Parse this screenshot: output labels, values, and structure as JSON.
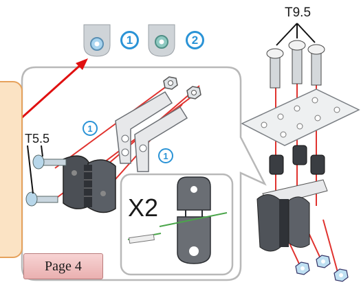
{
  "header": {
    "step_badges": [
      "1",
      "2"
    ]
  },
  "labels": {
    "t95": "T9.5",
    "t55": "T5.5",
    "x2": "X2",
    "step_one": "1"
  },
  "page_button": {
    "label": "Page 4"
  },
  "colors": {
    "badge_blue": "#2a93d6",
    "guide_red": "#e0322e",
    "panel_border": "#b8b8b8",
    "callout_fill": "#fbe3c4",
    "callout_border": "#e6a25c",
    "page_button_fill": "#f1c3c3"
  }
}
